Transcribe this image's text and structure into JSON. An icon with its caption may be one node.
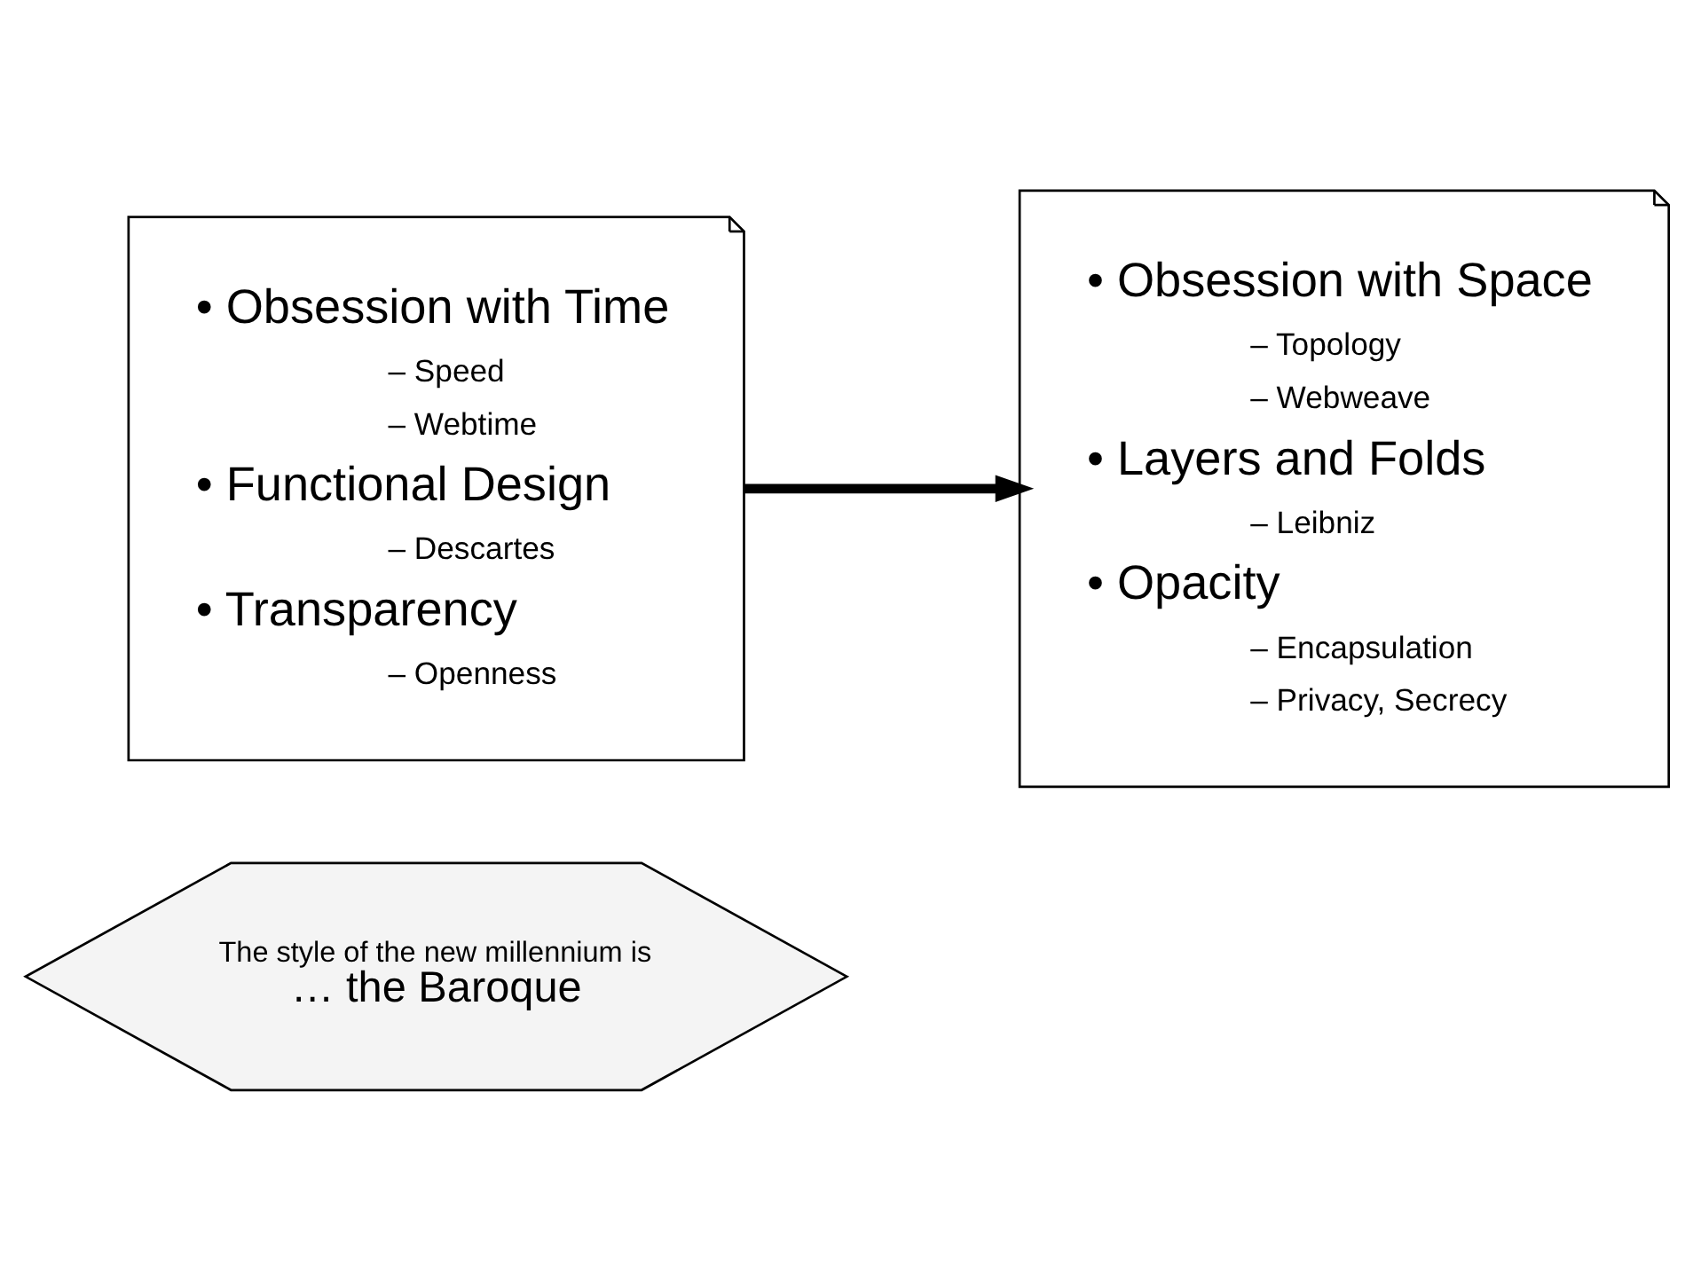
{
  "diagram": {
    "nodes": [
      {
        "text": [
          "The style of the new millennium is",
          "… the Baroque"
        ]
      },
      {
        "text": [
          "• Obsession with Time",
          "– Speed",
          "– Webtime",
          "• Functional Design",
          "– Descartes",
          "• Transparency",
          "– Openness"
        ]
      },
      {
        "text": [
          "• Obsession with Space",
          "– Topology",
          "– Webweave",
          "• Layers and Folds",
          "– Leibniz",
          "• Opacity",
          "– Encapsulation",
          "– Privacy, Secrecy"
        ]
      }
    ],
    "edges": [
      {
        "from": 1,
        "to": 2,
        "arrow": "to"
      }
    ]
  }
}
